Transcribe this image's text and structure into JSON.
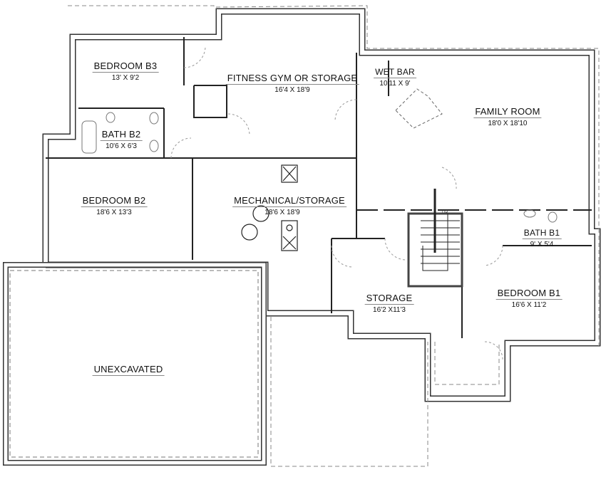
{
  "rooms": [
    {
      "name": "BEDROOM B3",
      "dims": "13' X 9'2"
    },
    {
      "name": "FITNESS GYM OR STORAGE",
      "dims": "16'4 X 18'9"
    },
    {
      "name": "WET BAR",
      "dims": "10'11 X 9'"
    },
    {
      "name": "FAMILY ROOM",
      "dims": "18'0 X 18'10"
    },
    {
      "name": "BATH B2",
      "dims": "10'6 X 6'3"
    },
    {
      "name": "BEDROOM B2",
      "dims": "18'6 X 13'3"
    },
    {
      "name": "MECHANICAL/STORAGE",
      "dims": "18'6 X 18'9"
    },
    {
      "name": "BATH B1",
      "dims": "9' X 5'4"
    },
    {
      "name": "STORAGE",
      "dims": "16'2 X11'3"
    },
    {
      "name": "BEDROOM B1",
      "dims": "16'6 X 11'2"
    },
    {
      "name": "UNEXCAVATED",
      "dims": ""
    }
  ],
  "stair_label": "UP"
}
